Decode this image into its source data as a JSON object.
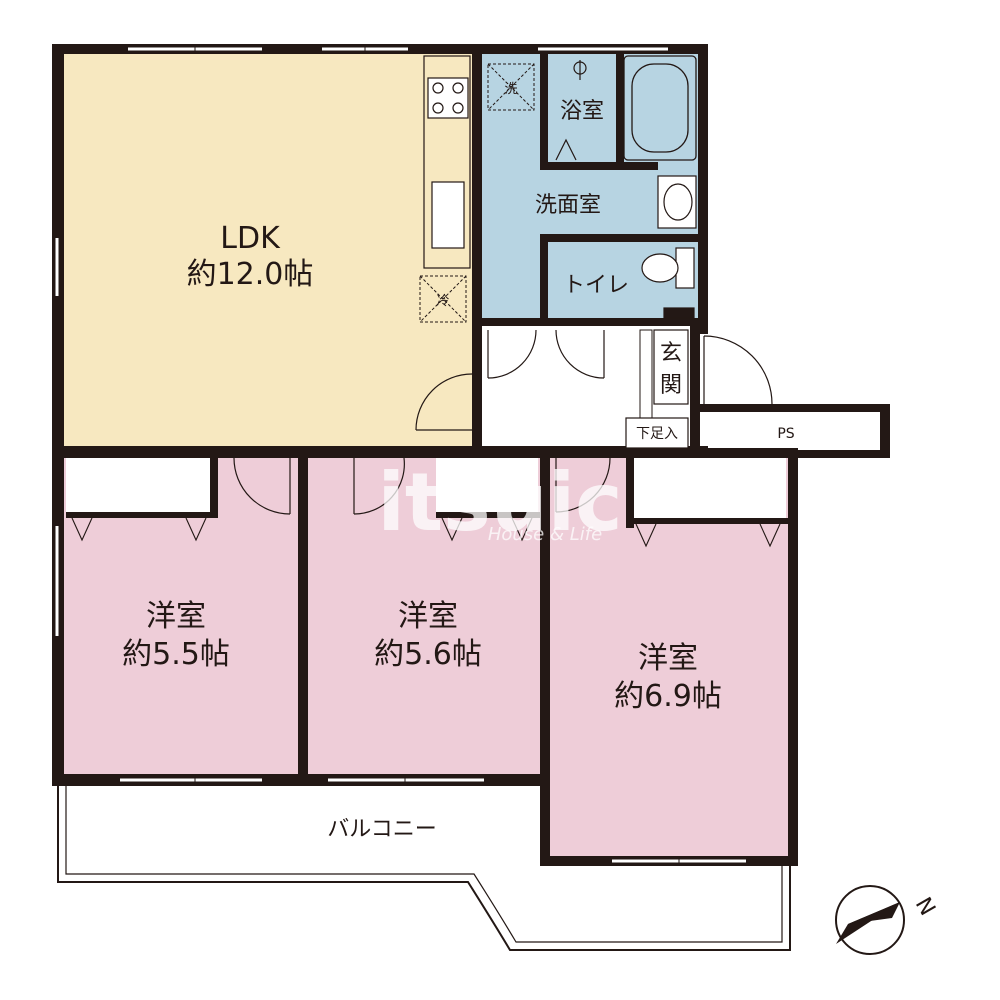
{
  "rooms": {
    "ldk": {
      "name": "LDK",
      "size": "約12.0帖",
      "color": "#f7e8c0"
    },
    "bath": {
      "name": "浴室",
      "color": "#b7d4e2"
    },
    "washroom": {
      "name": "洗面室",
      "color": "#b7d4e2"
    },
    "toilet": {
      "name": "トイレ",
      "color": "#b7d4e2"
    },
    "entrance": {
      "name_top": "玄",
      "name_bottom": "関"
    },
    "shoe": {
      "name": "下足入"
    },
    "ps": {
      "name": "PS"
    },
    "western1": {
      "name": "洋室",
      "size": "約5.5帖",
      "color": "#eecdd8"
    },
    "western2": {
      "name": "洋室",
      "size": "約5.6帖",
      "color": "#eecdd8"
    },
    "western3": {
      "name": "洋室",
      "size": "約6.9帖",
      "color": "#eecdd8"
    },
    "balcony": {
      "name": "バルコニー"
    }
  },
  "symbols": {
    "washer": "洗",
    "fridge": "冷"
  },
  "watermark": {
    "brand": "itsuic",
    "tagline": "House & Life"
  },
  "compass": {
    "label": "N",
    "icon": "north-arrow-icon"
  },
  "colors": {
    "wall": "#231815",
    "wet": "#b7d4e2",
    "ldk": "#f7e8c0",
    "bedroom": "#eecdd8"
  }
}
